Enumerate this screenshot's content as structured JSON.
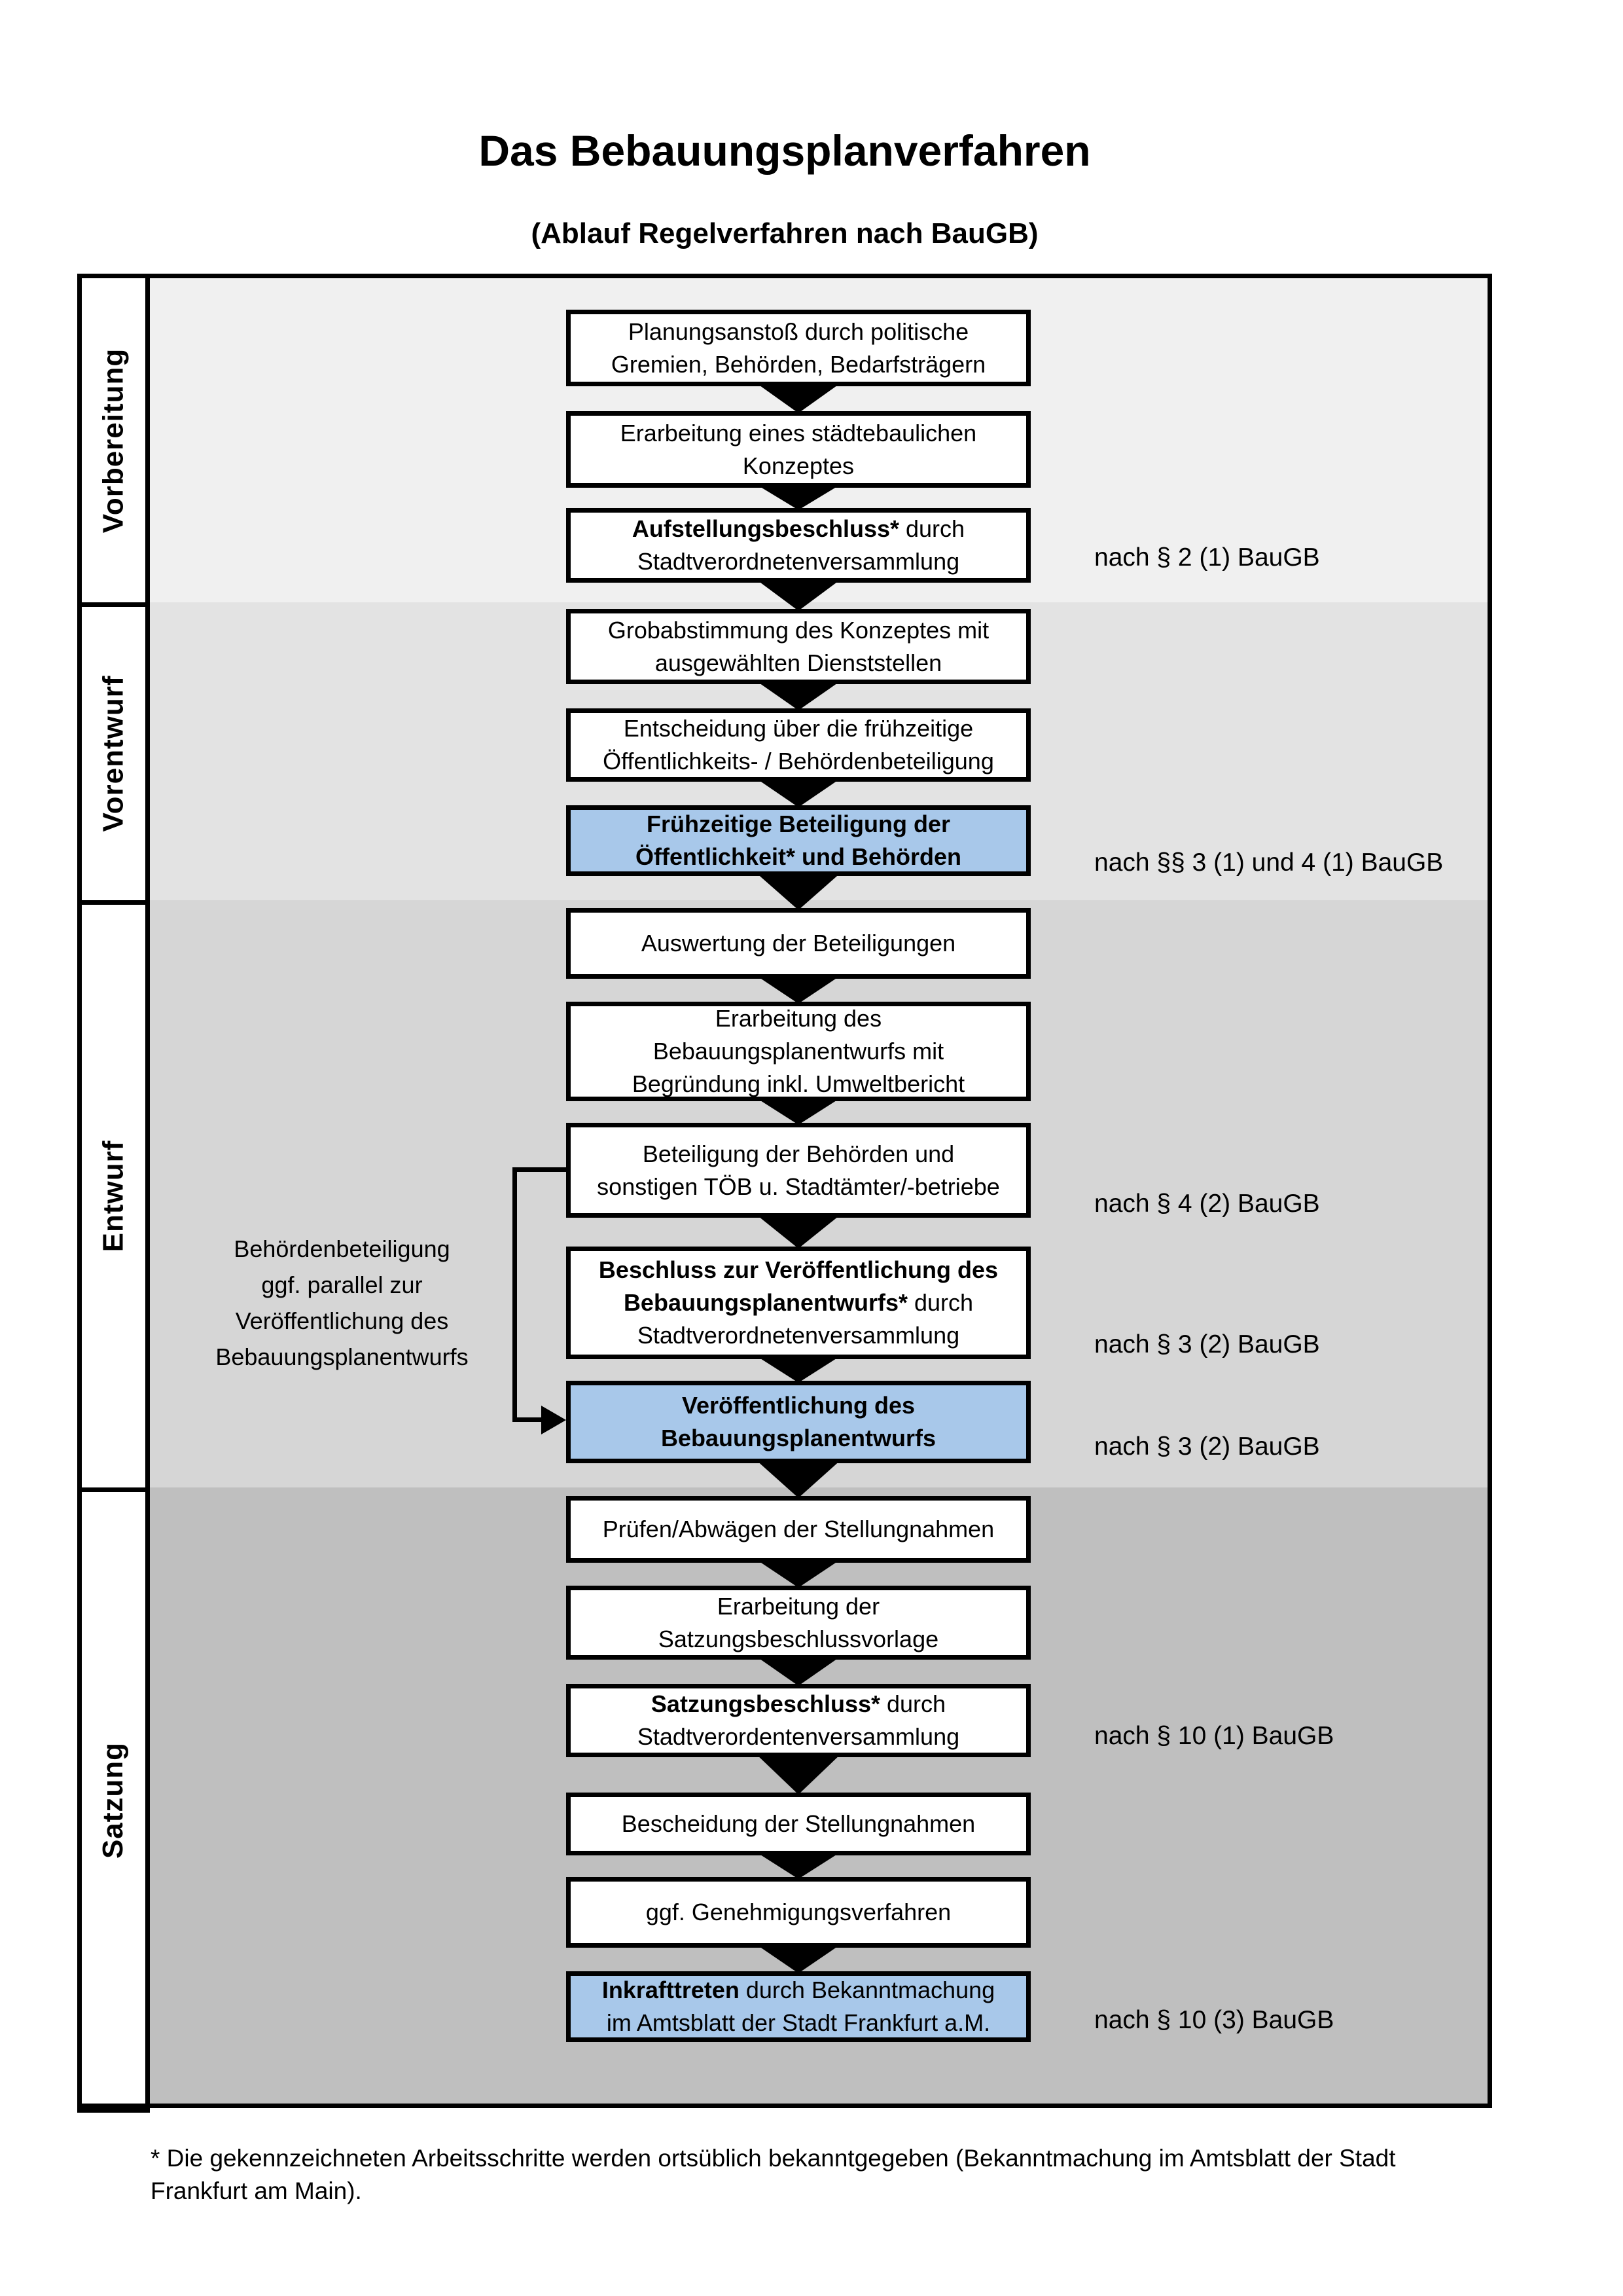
{
  "header": {
    "title": "Das Bebauungsplanverfahren",
    "subtitle": "(Ablauf Regelverfahren nach BauGB)"
  },
  "phases": [
    {
      "label": "Vorbereitung"
    },
    {
      "label": "Vorentwurf"
    },
    {
      "label": "Entwurf"
    },
    {
      "label": "Satzung"
    }
  ],
  "boxes": [
    {
      "phase": "Vorbereitung",
      "highlighted": false,
      "segments": [
        {
          "text": "Planungsanstoß durch politische\nGremien, Behörden, Bedarfsträgern",
          "bold": false
        }
      ]
    },
    {
      "phase": "Vorbereitung",
      "highlighted": false,
      "segments": [
        {
          "text": "Erarbeitung eines städtebaulichen\nKonzeptes",
          "bold": false
        }
      ]
    },
    {
      "phase": "Vorbereitung",
      "highlighted": false,
      "segments": [
        {
          "text": "Aufstellungsbeschluss*",
          "bold": true
        },
        {
          "text": " durch\nStadtverordnetenversammlung",
          "bold": false
        }
      ]
    },
    {
      "phase": "Vorentwurf",
      "highlighted": false,
      "segments": [
        {
          "text": "Grobabstimmung des Konzeptes mit\nausgewählten Dienststellen",
          "bold": false
        }
      ]
    },
    {
      "phase": "Vorentwurf",
      "highlighted": false,
      "segments": [
        {
          "text": "Entscheidung über die frühzeitige\nÖffentlichkeits- / Behördenbeteiligung",
          "bold": false
        }
      ]
    },
    {
      "phase": "Vorentwurf",
      "highlighted": true,
      "segments": [
        {
          "text": "Frühzeitige Beteiligung der\nÖffentlichkeit* und Behörden",
          "bold": true
        }
      ]
    },
    {
      "phase": "Entwurf",
      "highlighted": false,
      "segments": [
        {
          "text": "Auswertung der Beteiligungen",
          "bold": false
        }
      ]
    },
    {
      "phase": "Entwurf",
      "highlighted": false,
      "segments": [
        {
          "text": "Erarbeitung des\nBebauungsplanentwurfs mit\nBegründung inkl. Umweltbericht",
          "bold": false
        }
      ]
    },
    {
      "phase": "Entwurf",
      "highlighted": false,
      "segments": [
        {
          "text": "Beteiligung der Behörden und\nsonstigen TÖB u. Stadtämter/-betriebe",
          "bold": false
        }
      ]
    },
    {
      "phase": "Entwurf",
      "highlighted": false,
      "segments": [
        {
          "text": "Beschluss zur Veröffentlichung des\nBebauungsplanentwurfs*",
          "bold": true
        },
        {
          "text": " durch\nStadtverordnetenversammlung",
          "bold": false
        }
      ]
    },
    {
      "phase": "Entwurf",
      "highlighted": true,
      "segments": [
        {
          "text": "Veröffentlichung des\nBebauungsplanentwurfs",
          "bold": true
        }
      ]
    },
    {
      "phase": "Satzung",
      "highlighted": false,
      "segments": [
        {
          "text": "Prüfen/Abwägen der Stellungnahmen",
          "bold": false
        }
      ]
    },
    {
      "phase": "Satzung",
      "highlighted": false,
      "segments": [
        {
          "text": "Erarbeitung der\nSatzungsbeschlussvorlage",
          "bold": false
        }
      ]
    },
    {
      "phase": "Satzung",
      "highlighted": false,
      "segments": [
        {
          "text": "Satzungsbeschluss*",
          "bold": true
        },
        {
          "text": " durch\nStadtverordentenversammlung",
          "bold": false
        }
      ]
    },
    {
      "phase": "Satzung",
      "highlighted": false,
      "segments": [
        {
          "text": "Bescheidung der Stellungnahmen",
          "bold": false
        }
      ]
    },
    {
      "phase": "Satzung",
      "highlighted": false,
      "segments": [
        {
          "text": "ggf. Genehmigungsverfahren",
          "bold": false
        }
      ]
    },
    {
      "phase": "Satzung",
      "highlighted": true,
      "segments": [
        {
          "text": "Inkrafttreten",
          "bold": true
        },
        {
          "text": " durch Bekanntmachung\nim Amtsblatt der Stadt Frankfurt a.M.",
          "bold": false
        }
      ]
    }
  ],
  "laws": [
    {
      "text": "nach § 2 (1) BauGB",
      "box_index": 2
    },
    {
      "text": "nach §§ 3 (1) und 4 (1) BauGB",
      "box_index": 5
    },
    {
      "text": "nach § 4 (2) BauGB",
      "box_index": 8
    },
    {
      "text": "nach § 3 (2) BauGB",
      "box_index": 9
    },
    {
      "text": "nach § 3 (2) BauGB",
      "box_index": 10
    },
    {
      "text": "nach § 10 (1) BauGB",
      "box_index": 13
    },
    {
      "text": "nach § 10 (3) BauGB",
      "box_index": 16
    }
  ],
  "side_note": {
    "text": "Behördenbeteiligung\nggf. parallel zur\nVeröffentlichung des\nBebauungsplanentwurfs"
  },
  "footnote": {
    "text": "* Die gekennzeichneten Arbeitsschritte werden ortsüblich bekanntgegeben (Bekanntmachung im Amtsblatt  der Stadt\nFrankfurt am Main)."
  },
  "colors": {
    "highlight_blue": "#a8c8ea",
    "band_vorbereitung": "#f0f0f0",
    "band_vorentwurf": "#e3e3e3",
    "band_entwurf": "#d6d6d6",
    "band_satzung": "#bfbfbf",
    "line_black": "#000000"
  }
}
